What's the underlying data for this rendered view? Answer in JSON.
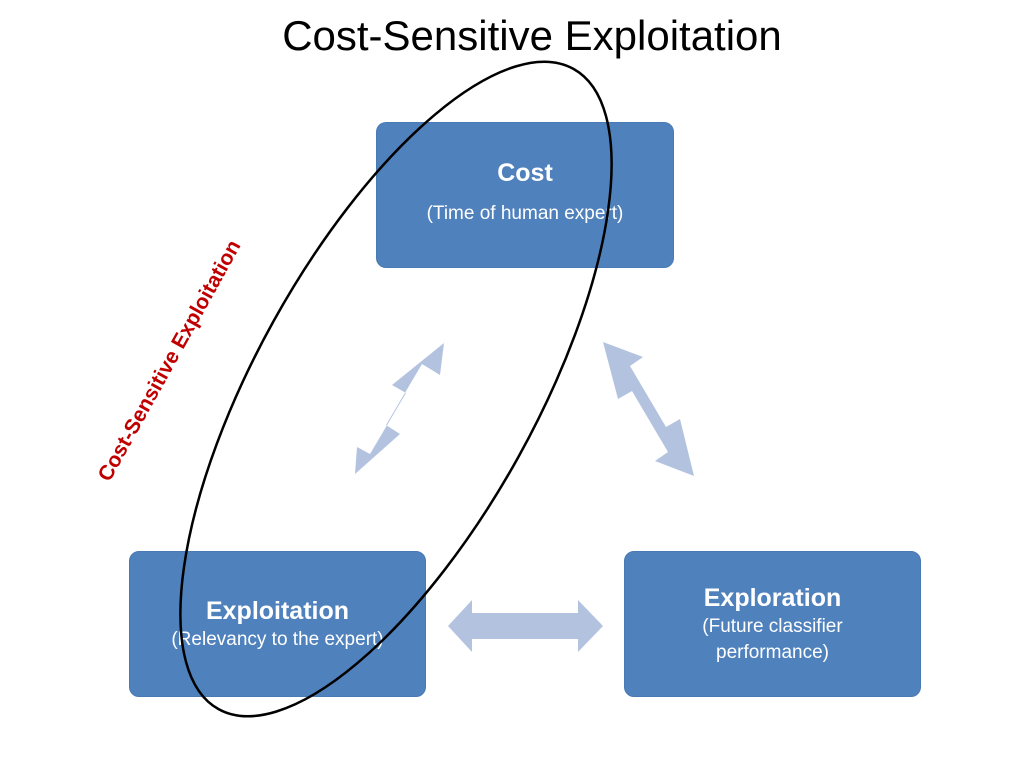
{
  "title": "Cost-Sensitive Exploitation",
  "nodes": {
    "cost": {
      "title": "Cost",
      "subtitle": "(Time of human expert)"
    },
    "exploitation": {
      "title": "Exploitation",
      "subtitle": "(Relevancy to the expert)"
    },
    "exploration": {
      "title": "Exploration",
      "subtitle_line1": "(Future classifier",
      "subtitle_line2": "performance)"
    }
  },
  "ellipse_label": "Cost-Sensitive Exploitation",
  "colors": {
    "box_fill": "#4f81bd",
    "box_text": "#ffffff",
    "arrow_fill": "#b3c3df",
    "ellipse_stroke": "#000000",
    "label_text": "#c00000"
  }
}
